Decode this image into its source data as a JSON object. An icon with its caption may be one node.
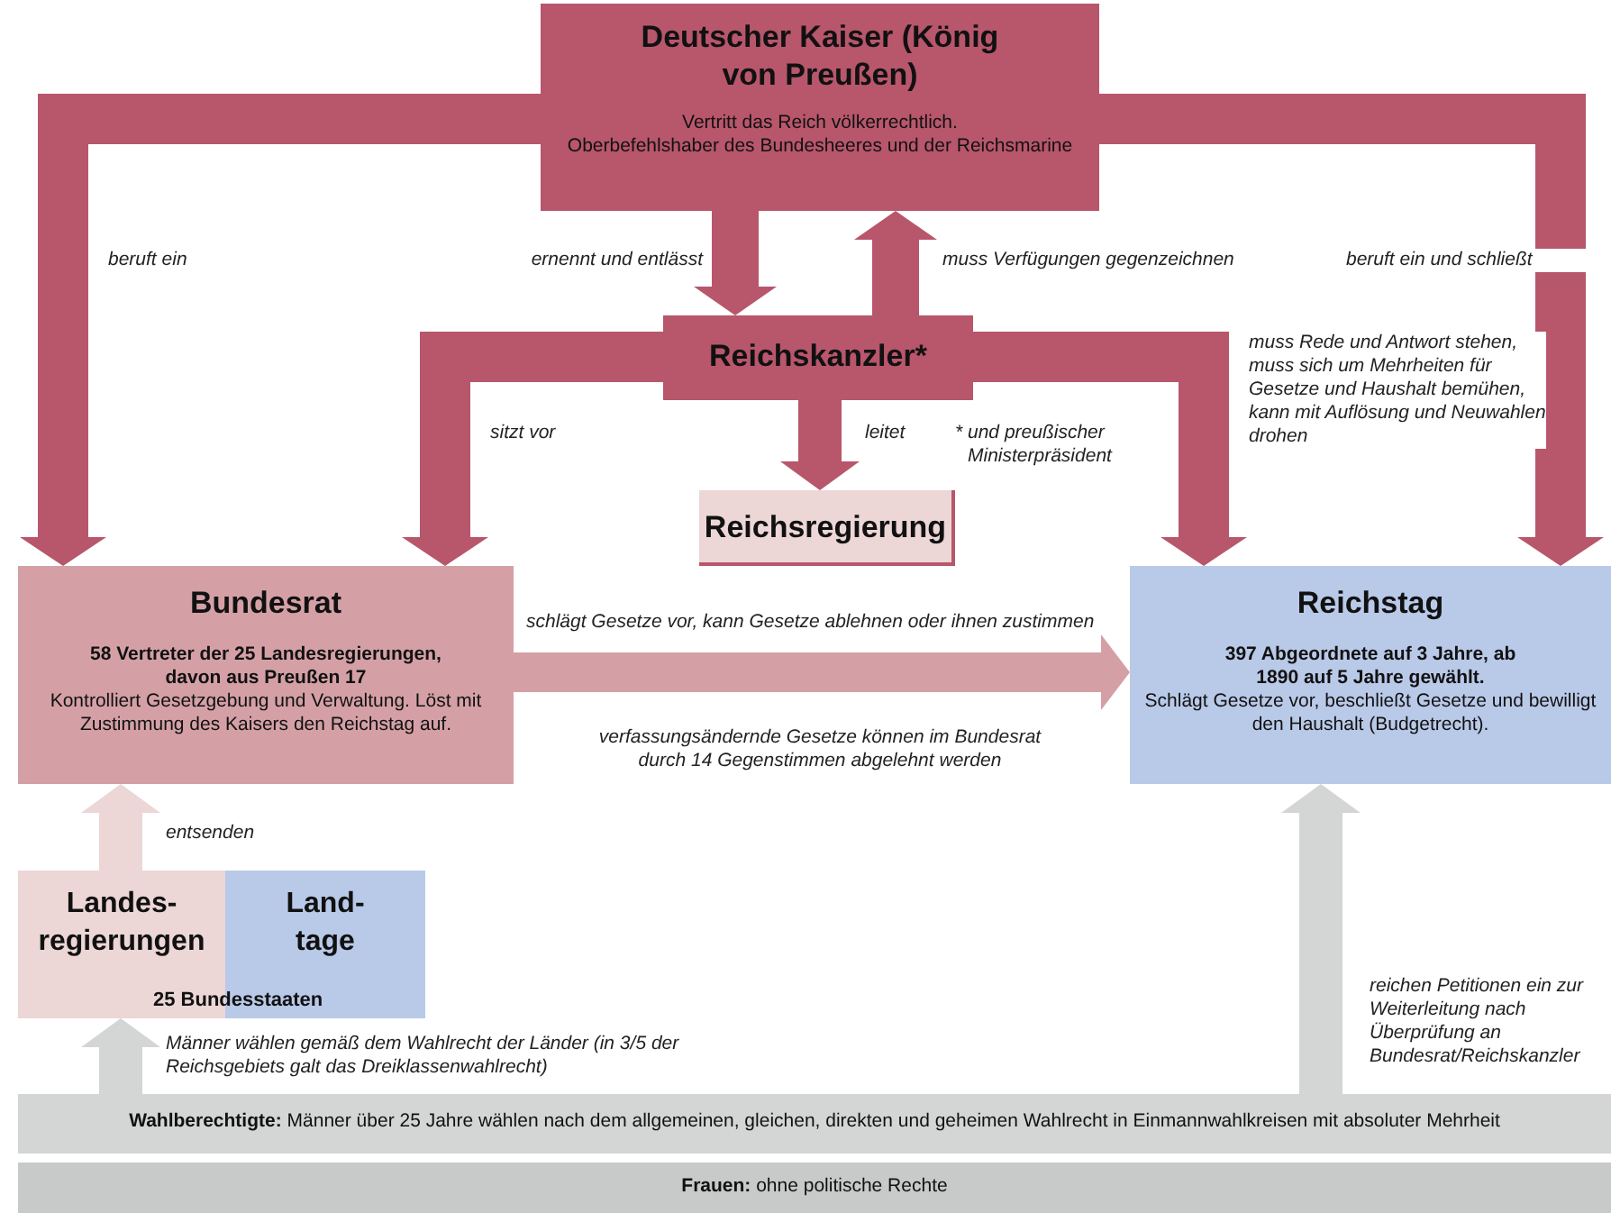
{
  "diagram": {
    "nodes": [
      {
        "text": [
          "Deutscher Kaiser (König von Preußen)",
          "Vertritt das Reich völkerrechtlich.",
          "Oberbefehlshaber des Bundesheeres und der Reichsmarine"
        ]
      },
      {
        "text": [
          "Reichskanzler*"
        ],
        "beside": [
          "* und preußischer Ministerpräsident"
        ]
      },
      {
        "text": [
          "Reichsregierung"
        ]
      },
      {
        "text": [
          "Bundesrat",
          "58 Vertreter der 25 Landesregierungen, davon aus Preußen 17",
          "Kontrolliert Gesetzgebung und Verwaltung. Löst mit Zustimmung des Kaisers den Reichstag auf."
        ]
      },
      {
        "text": [
          "Reichstag",
          "397 Abgeordnete auf 3 Jahre, ab 1890 auf 5 Jahre gewählt.",
          "Schlägt Gesetze vor, beschließt Gesetze und bewilligt den Haushalt (Budgetrecht)."
        ]
      },
      {
        "text": [
          "25 Bundesstaaten"
        ]
      },
      {
        "text": [
          "Landes- regierungen"
        ],
        "in": 5
      },
      {
        "text": [
          "Land- tage"
        ],
        "in": 5
      },
      {
        "text": [
          "**Wahlberechtigte:** Männer über 25 Jahre wählen nach dem allgemeinen, gleichen, direkten und geheimen Wahlrecht in Einmannwahlkreisen mit absoluter Mehrheit"
        ]
      },
      {
        "text": [
          "**Frauen:** ohne politische Rechte"
        ]
      }
    ],
    "edges": [
      {
        "from": 0,
        "to": 3,
        "arrow": "to",
        "label": "beruft ein"
      },
      {
        "from": 0,
        "to": 1,
        "arrow": "to",
        "label": "ernennt und entlässt"
      },
      {
        "from": 1,
        "to": 0,
        "arrow": "to",
        "label": "muss Verfügungen gegenzeichnen"
      },
      {
        "from": 0,
        "to": 4,
        "arrow": "to",
        "label": "beruft ein und schließt"
      },
      {
        "from": 1,
        "to": 3,
        "arrow": "to",
        "label": "sitzt vor"
      },
      {
        "from": 1,
        "to": 2,
        "arrow": "to",
        "label": "leitet"
      },
      {
        "from": 1,
        "to": 4,
        "arrow": "to",
        "label": "muss Rede und Antwort stehen, muss sich um Mehrheiten für Gesetze und Haushalt bemühen, kann mit Auflösung und Neuwahlen drohen"
      },
      {
        "from": 3,
        "to": 4,
        "arrow": "to",
        "label": "schlägt Gesetze vor, kann Gesetze ablehnen oder ihnen zustimmen",
        "color": "#d4a0a6"
      },
      {
        "from": 6,
        "to": 3,
        "arrow": "to",
        "label": "entsenden",
        "color": "#ecd6d6"
      },
      {
        "from": 8,
        "to": 5,
        "arrow": "to",
        "label": "Männer wählen gemäß dem Wahlrecht der Länder (in 3/5 der Reichsgebiets galt das Dreiklassenwahlrecht)",
        "color": "#d4d5d5"
      },
      {
        "from": 8,
        "to": 4,
        "arrow": "to",
        "label": "reichen Petitionen ein zur Weiterleitung nach Überprüfung an Bundesrat/Reichskanzler",
        "color": "#d4d5d5"
      }
    ],
    "labels": [
      "verfassungsändernde Gesetze können im Bundesrat durch 14 Gegenstimmen abgelehnt werden"
    ]
  }
}
